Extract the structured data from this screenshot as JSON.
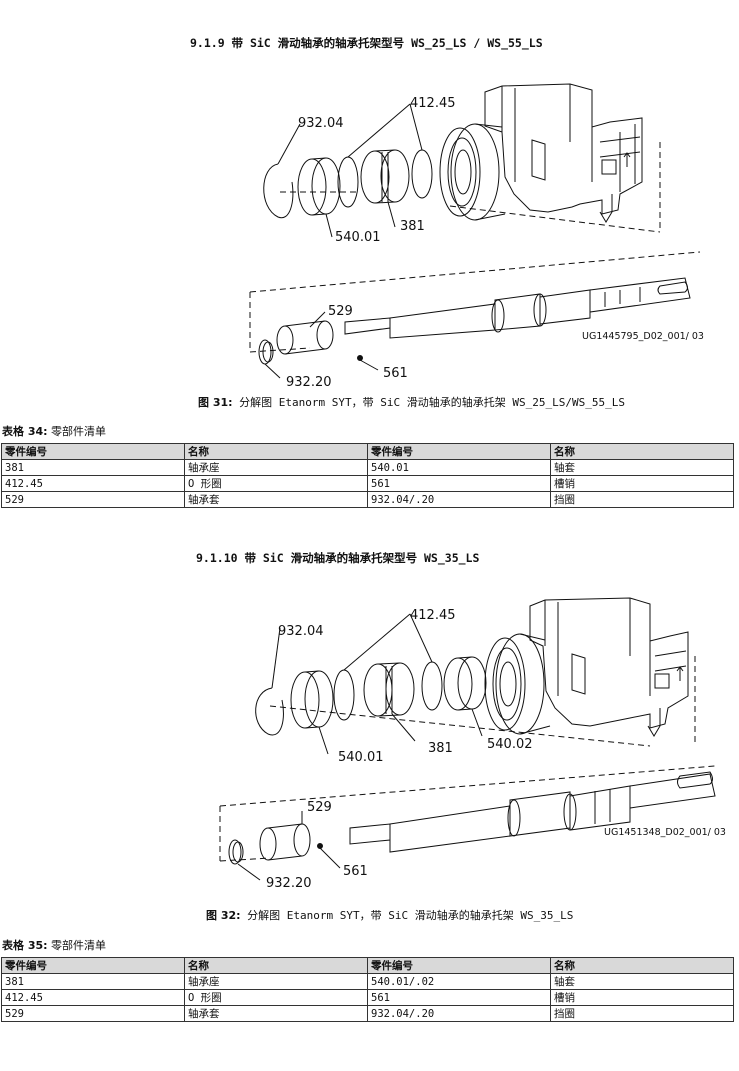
{
  "section1": {
    "heading": "9.1.9 带 SiC 滑动轴承的轴承托架型号 WS_25_LS / WS_55_LS",
    "figure": {
      "labels": [
        "932.04",
        "412.45",
        "540.01",
        "381",
        "529",
        "932.20",
        "561"
      ],
      "doc_code": "UG1445795_D02_001/ 03",
      "caption_num": "图 31:",
      "caption_text": " 分解图 Etanorm SYT，带 SiC 滑动轴承的轴承托架 WS_25_LS/WS_55_LS"
    },
    "table": {
      "label_num": "表格 34:",
      "label_text": " 零部件清单",
      "headers": [
        "零件编号",
        "名称",
        "零件编号",
        "名称"
      ],
      "rows": [
        [
          "381",
          "轴承座",
          "540.01",
          "轴套"
        ],
        [
          "412.45",
          "O 形圈",
          "561",
          "槽销"
        ],
        [
          "529",
          "轴承套",
          "932.04/.20",
          "挡圈"
        ]
      ]
    }
  },
  "section2": {
    "heading": "9.1.10 带 SiC 滑动轴承的轴承托架型号 WS_35_LS",
    "figure": {
      "labels": [
        "932.04",
        "412.45",
        "540.01",
        "381",
        "540.02",
        "529",
        "932.20",
        "561"
      ],
      "doc_code": "UG1451348_D02_001/ 03",
      "caption_num": "图 32:",
      "caption_text": " 分解图 Etanorm SYT，带 SiC 滑动轴承的轴承托架 WS_35_LS"
    },
    "table": {
      "label_num": "表格 35:",
      "label_text": " 零部件清单",
      "headers": [
        "零件编号",
        "名称",
        "零件编号",
        "名称"
      ],
      "rows": [
        [
          "381",
          "轴承座",
          "540.01/.02",
          "轴套"
        ],
        [
          "412.45",
          "O 形圈",
          "561",
          "槽销"
        ],
        [
          "529",
          "轴承套",
          "932.04/.20",
          "挡圈"
        ]
      ]
    }
  }
}
